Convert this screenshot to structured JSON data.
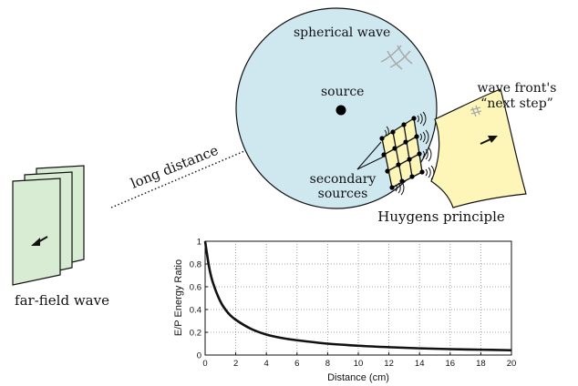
{
  "colors": {
    "sphere_fill": "#cfe8f0",
    "plane_fill": "#d8ecd3",
    "yellow_fill": "#fdf6b8",
    "stroke": "#111111",
    "grid": "#888888"
  },
  "diagram": {
    "spherical_wave_label": "spherical wave",
    "source_label": "source",
    "long_distance_label": "long distance",
    "secondary_label_line1": "secondary",
    "secondary_label_line2": "sources",
    "huygens_label": "Huygens principle",
    "wave_front_line1": "wave front's",
    "wave_front_line2": "“next step”",
    "far_field_label": "far-field wave"
  },
  "chart_data": {
    "type": "line",
    "xlabel": "Distance (cm)",
    "ylabel": "E/P Energy Ratio",
    "xlim": [
      0,
      20
    ],
    "ylim": [
      0,
      1
    ],
    "xticks": [
      0,
      2,
      4,
      6,
      8,
      10,
      12,
      14,
      16,
      18,
      20
    ],
    "yticks": [
      0,
      0.2,
      0.4,
      0.6,
      0.8,
      1
    ],
    "ytick_labels": [
      "0",
      "0.2",
      "0.4",
      "0.6",
      "0.8",
      "1"
    ],
    "grid": true,
    "x": [
      0,
      0.25,
      0.5,
      1,
      1.5,
      2,
      3,
      4,
      5,
      6,
      8,
      10,
      12,
      14,
      16,
      18,
      20
    ],
    "y": [
      1.0,
      0.78,
      0.64,
      0.47,
      0.37,
      0.31,
      0.23,
      0.18,
      0.15,
      0.13,
      0.1,
      0.082,
      0.069,
      0.059,
      0.052,
      0.047,
      0.042
    ]
  }
}
